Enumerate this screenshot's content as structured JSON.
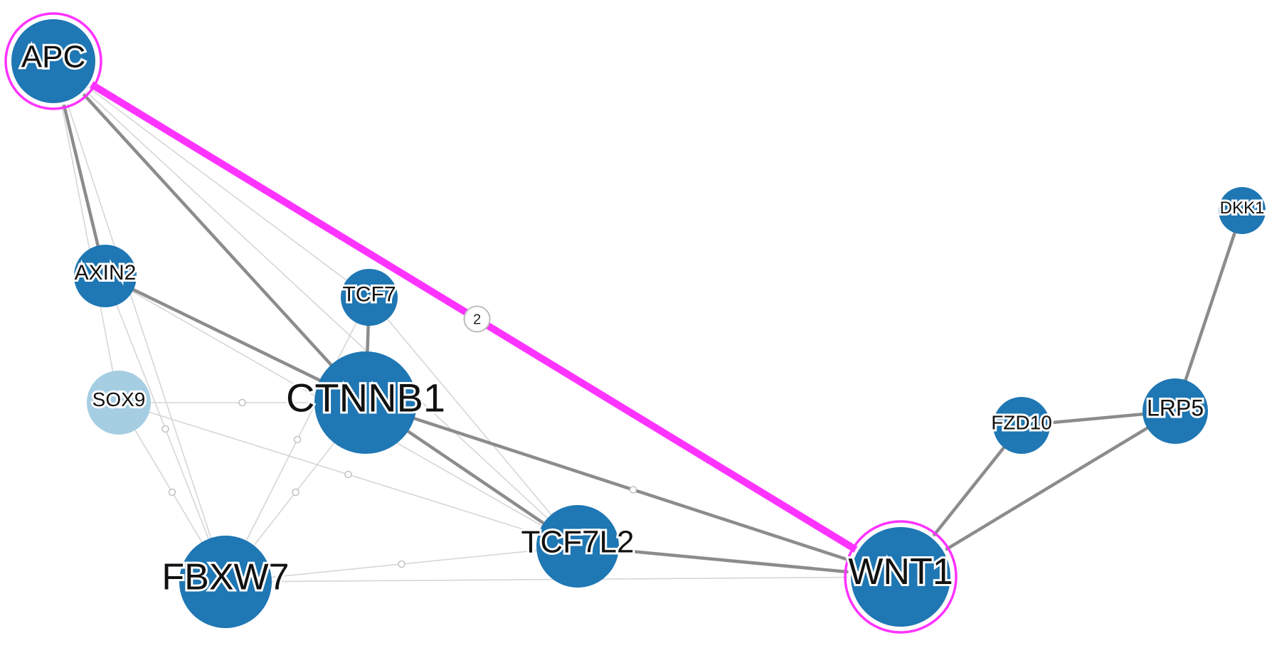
{
  "network": {
    "colors": {
      "node_primary": "#1f77b4",
      "node_secondary": "#a6cee3",
      "highlight": "#ff33ff",
      "edge_strong": "#8c8c8c",
      "edge_weak": "#d6d6d6",
      "node_outline": "#ffffff"
    },
    "nodes": [
      {
        "id": "APC",
        "label": "APC",
        "style": "primary",
        "highlighted": true
      },
      {
        "id": "AXIN2",
        "label": "AXIN2",
        "style": "primary",
        "highlighted": false
      },
      {
        "id": "TCF7",
        "label": "TCF7",
        "style": "primary",
        "highlighted": false
      },
      {
        "id": "SOX9",
        "label": "SOX9",
        "style": "secondary",
        "highlighted": false
      },
      {
        "id": "CTNNB1",
        "label": "CTNNB1",
        "style": "primary",
        "highlighted": false
      },
      {
        "id": "FBXW7",
        "label": "FBXW7",
        "style": "primary",
        "highlighted": false
      },
      {
        "id": "TCF7L2",
        "label": "TCF7L2",
        "style": "primary",
        "highlighted": false
      },
      {
        "id": "WNT1",
        "label": "WNT1",
        "style": "primary",
        "highlighted": true
      },
      {
        "id": "FZD10",
        "label": "FZD10",
        "style": "primary",
        "highlighted": false
      },
      {
        "id": "LRP5",
        "label": "LRP5",
        "style": "primary",
        "highlighted": false
      },
      {
        "id": "DKK1",
        "label": "DKK1",
        "style": "primary",
        "highlighted": false
      }
    ],
    "edges": [
      {
        "source": "APC",
        "target": "WNT1",
        "kind": "highlight",
        "badge": "2"
      },
      {
        "source": "APC",
        "target": "AXIN2",
        "kind": "strong"
      },
      {
        "source": "APC",
        "target": "CTNNB1",
        "kind": "strong"
      },
      {
        "source": "AXIN2",
        "target": "CTNNB1",
        "kind": "strong"
      },
      {
        "source": "TCF7",
        "target": "CTNNB1",
        "kind": "strong"
      },
      {
        "source": "CTNNB1",
        "target": "TCF7L2",
        "kind": "strong"
      },
      {
        "source": "CTNNB1",
        "target": "WNT1",
        "kind": "strong"
      },
      {
        "source": "TCF7L2",
        "target": "WNT1",
        "kind": "strong"
      },
      {
        "source": "WNT1",
        "target": "FZD10",
        "kind": "strong"
      },
      {
        "source": "WNT1",
        "target": "LRP5",
        "kind": "strong"
      },
      {
        "source": "FZD10",
        "target": "LRP5",
        "kind": "strong"
      },
      {
        "source": "LRP5",
        "target": "DKK1",
        "kind": "strong"
      },
      {
        "source": "APC",
        "target": "SOX9",
        "kind": "weak"
      },
      {
        "source": "APC",
        "target": "TCF7L2",
        "kind": "weak"
      },
      {
        "source": "APC",
        "target": "TCF7",
        "kind": "weak"
      },
      {
        "source": "APC",
        "target": "FBXW7",
        "kind": "weak"
      },
      {
        "source": "AXIN2",
        "target": "FBXW7",
        "kind": "weak",
        "midpoint": true
      },
      {
        "source": "AXIN2",
        "target": "TCF7L2",
        "kind": "weak"
      },
      {
        "source": "SOX9",
        "target": "CTNNB1",
        "kind": "weak",
        "midpoint": true
      },
      {
        "source": "SOX9",
        "target": "FBXW7",
        "kind": "weak",
        "midpoint": true
      },
      {
        "source": "SOX9",
        "target": "TCF7L2",
        "kind": "weak",
        "midpoint": true
      },
      {
        "source": "TCF7",
        "target": "FBXW7",
        "kind": "weak",
        "midpoint": true
      },
      {
        "source": "CTNNB1",
        "target": "FBXW7",
        "kind": "weak",
        "midpoint": true
      },
      {
        "source": "FBXW7",
        "target": "TCF7L2",
        "kind": "weak",
        "midpoint": true
      },
      {
        "source": "FBXW7",
        "target": "WNT1",
        "kind": "weak"
      },
      {
        "source": "TCF7",
        "target": "TCF7L2",
        "kind": "weak"
      },
      {
        "source": "CTNNB1",
        "target": "WNT1",
        "kind": "weak",
        "midpoint": true
      }
    ]
  }
}
